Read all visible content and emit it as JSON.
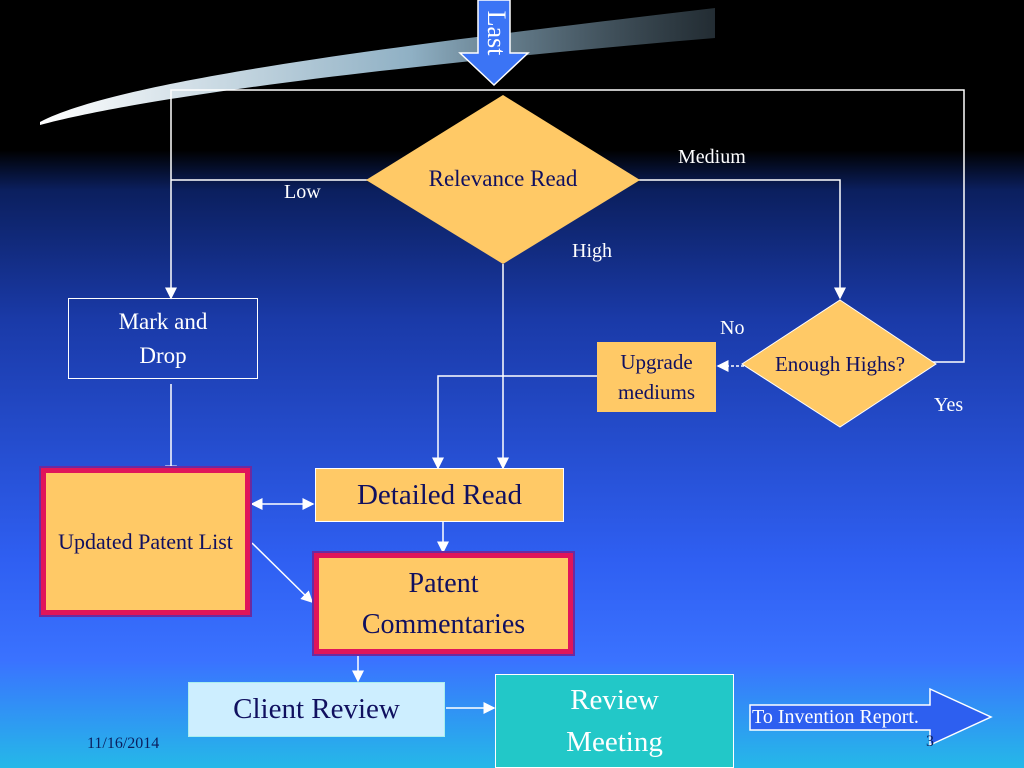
{
  "last_label": "Last",
  "nodes": {
    "relevance_read": "Relevance Read",
    "enough_highs": "Enough Highs?",
    "mark_and_drop": "Mark and Drop",
    "updated_patent_list": "Updated Patent List",
    "detailed_read": "Detailed Read",
    "patent_commentaries": "Patent Commentaries",
    "upgrade_mediums": "Upgrade mediums",
    "client_review": "Client Review",
    "review_meeting": "Review Meeting",
    "to_invention_report": "To Invention Report."
  },
  "edge_labels": {
    "low": "Low",
    "medium": "Medium",
    "high": "High",
    "no": "No",
    "yes": "Yes"
  },
  "footer": {
    "date": "11/16/2014",
    "page": "3"
  }
}
